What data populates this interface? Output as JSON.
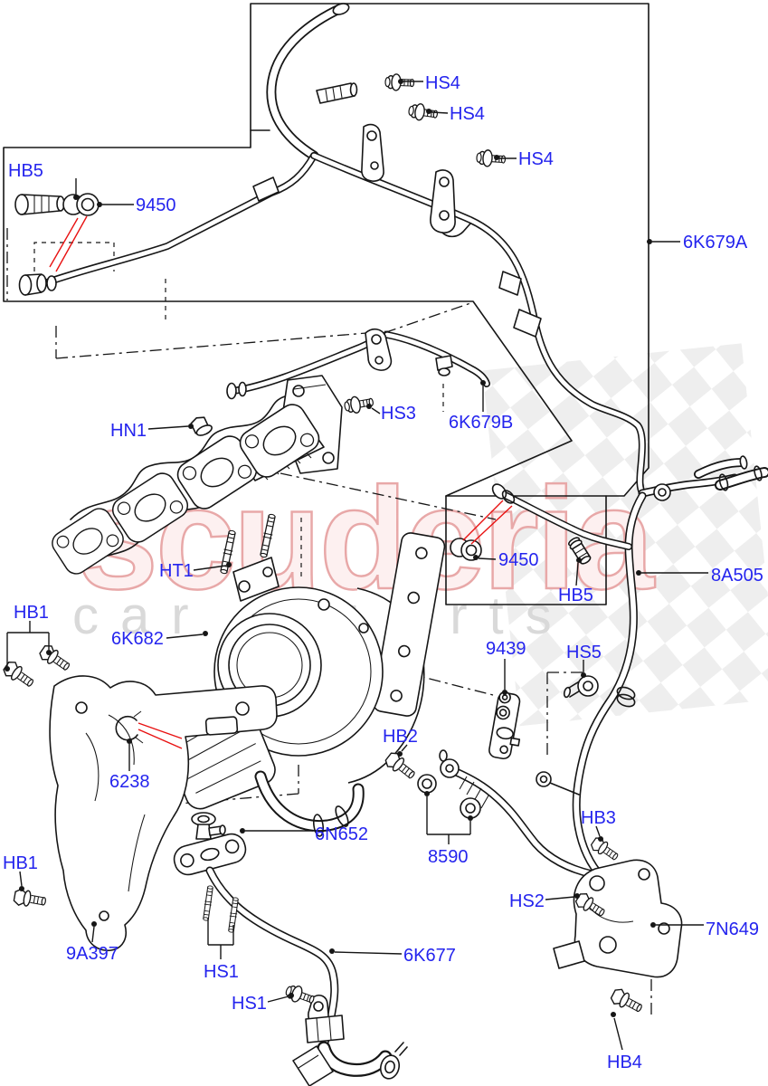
{
  "page": {
    "background": "#ffffff",
    "type": "exploded-parts-diagram",
    "subject": "turbocharger, exhaust manifold, heat shield and breather/oil pipes"
  },
  "colors": {
    "label_blue": "#2424ee",
    "line_black": "#161616",
    "leader_red": "#e81111",
    "watermark_pink_fill": "#fdf0f0",
    "watermark_pink_stroke": "#e8a8a8",
    "watermark_gray": "#d9d9d9",
    "checker_gray": "#e2e2e2"
  },
  "watermark": {
    "brand": "scuderia",
    "tagline": "car parts"
  },
  "diagram": {
    "labels": [
      {
        "id": "hs4-1",
        "text": "HS4"
      },
      {
        "id": "hs4-2",
        "text": "HS4"
      },
      {
        "id": "hs4-3",
        "text": "HS4"
      },
      {
        "id": "hb5-1",
        "text": "HB5"
      },
      {
        "id": "9450-1",
        "text": "9450"
      },
      {
        "id": "6k679a",
        "text": "6K679A"
      },
      {
        "id": "hn1",
        "text": "HN1"
      },
      {
        "id": "hs3",
        "text": "HS3"
      },
      {
        "id": "6k679b",
        "text": "6K679B"
      },
      {
        "id": "ht1",
        "text": "HT1"
      },
      {
        "id": "9450-2",
        "text": "9450"
      },
      {
        "id": "hb5-2",
        "text": "HB5"
      },
      {
        "id": "8a505",
        "text": "8A505"
      },
      {
        "id": "hb1-1",
        "text": "HB1"
      },
      {
        "id": "6k682",
        "text": "6K682"
      },
      {
        "id": "9439",
        "text": "9439"
      },
      {
        "id": "hs5",
        "text": "HS5"
      },
      {
        "id": "hb2",
        "text": "HB2"
      },
      {
        "id": "6238",
        "text": "6238"
      },
      {
        "id": "hb3",
        "text": "HB3"
      },
      {
        "id": "6n652",
        "text": "6N652"
      },
      {
        "id": "hb1-2",
        "text": "HB1"
      },
      {
        "id": "8590",
        "text": "8590"
      },
      {
        "id": "hs2",
        "text": "HS2"
      },
      {
        "id": "7n649",
        "text": "7N649"
      },
      {
        "id": "9a397",
        "text": "9A397"
      },
      {
        "id": "hs1-1",
        "text": "HS1"
      },
      {
        "id": "6k677",
        "text": "6K677"
      },
      {
        "id": "hs1-2",
        "text": "HS1"
      },
      {
        "id": "hb4",
        "text": "HB4"
      }
    ]
  }
}
